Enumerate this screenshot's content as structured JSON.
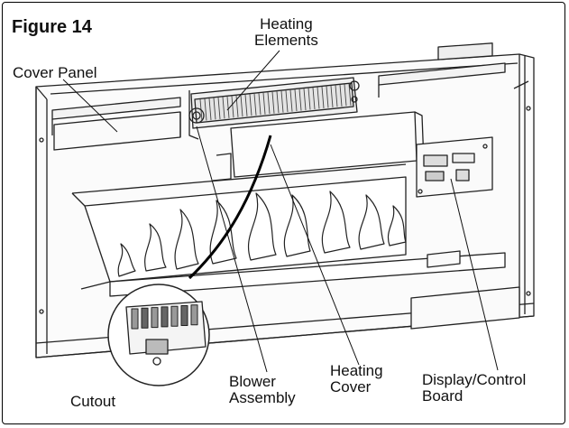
{
  "figure": {
    "title": "Figure 14"
  },
  "callouts": {
    "heating_elements": [
      "Heating",
      "Elements"
    ],
    "cover_panel": "Cover Panel",
    "cutout": "Cutout",
    "blower_assembly": [
      "Blower",
      "Assembly"
    ],
    "heating_cover": [
      "Heating",
      "Cover"
    ],
    "display_control_board": [
      "Display/Control",
      "Board"
    ]
  }
}
